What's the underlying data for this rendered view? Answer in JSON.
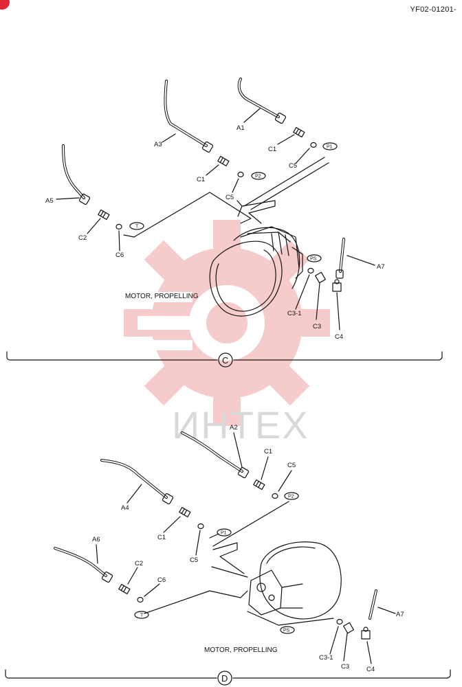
{
  "doc_code": "YF02-01201-",
  "watermark": "ИНТЕХ",
  "section_c": {
    "marker": "C",
    "caption": "MOTOR, PROPELLING",
    "parts": {
      "a1": "A1",
      "a3": "A3",
      "a5": "A5",
      "a7": "A7",
      "c1a": "C1",
      "c1b": "C1",
      "c2": "C2",
      "c3": "C3",
      "c3_1": "C3-1",
      "c4": "C4",
      "c5a": "C5",
      "c5b": "C5",
      "c6": "C6"
    },
    "ports": {
      "p1": "P1",
      "p2": "P2",
      "t": "T",
      "ps": "PS"
    }
  },
  "section_d": {
    "marker": "D",
    "caption": "MOTOR, PROPELLING",
    "parts": {
      "a2": "A2",
      "a4": "A4",
      "a6": "A6",
      "a7": "A7",
      "c1a": "C1",
      "c1b": "C1",
      "c2": "C2",
      "c3": "C3",
      "c3_1": "C3-1",
      "c4": "C4",
      "c5a": "C5",
      "c5b": "C5",
      "c6": "C6"
    },
    "ports": {
      "p1": "P1",
      "p2": "P2",
      "t": "T",
      "ps": "PS"
    }
  },
  "colors": {
    "line": "#111111",
    "watermark": "#f3b4b4",
    "badge": "#e2263a"
  }
}
